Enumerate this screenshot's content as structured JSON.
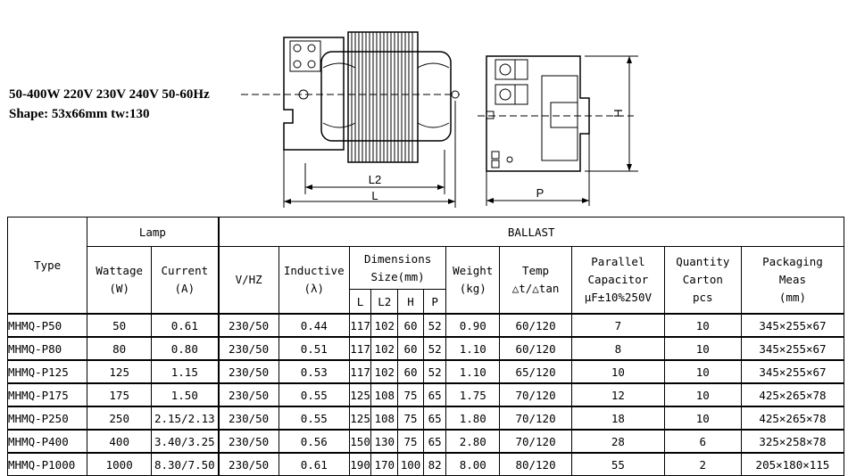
{
  "spec": {
    "line1": "50-400W 220V 230V 240V 50-60Hz",
    "line2": "Shape: 53x66mm tw:130"
  },
  "drawing": {
    "label_l2": "L2",
    "label_l": "L",
    "label_p": "P",
    "label_h": "H"
  },
  "table": {
    "group_lamp": "Lamp",
    "group_ballast": "BALLAST",
    "col_type": "Type",
    "col_wattage": [
      "Wattage",
      "(W)"
    ],
    "col_current": [
      "Current",
      "(A)"
    ],
    "col_vhz": "V/HZ",
    "col_inductive": [
      "Inductive",
      "(λ)"
    ],
    "col_dimensions": [
      "Dimensions",
      "Size(mm)"
    ],
    "dim_sub": [
      "L",
      "L2",
      "H",
      "P"
    ],
    "col_weight": [
      "Weight",
      "(kg)"
    ],
    "col_temp": [
      "Temp",
      "△t/△tan"
    ],
    "col_capacitor": [
      "Parallel",
      "Capacitor",
      "μF±10%250V"
    ],
    "col_quantity": [
      "Quantity",
      "Carton",
      "pcs"
    ],
    "col_packaging": [
      "Packaging",
      "Meas",
      "(mm)"
    ],
    "rows": [
      {
        "type": "MHMQ-P50",
        "wattage": "50",
        "current": "0.61",
        "vhz": "230/50",
        "inductive": "0.44",
        "L": "117",
        "L2": "102",
        "H": "60",
        "P": "52",
        "weight": "0.90",
        "temp": "60/120",
        "capacitor": "7",
        "quantity": "10",
        "packaging": "345×255×67"
      },
      {
        "type": "MHMQ-P80",
        "wattage": "80",
        "current": "0.80",
        "vhz": "230/50",
        "inductive": "0.51",
        "L": "117",
        "L2": "102",
        "H": "60",
        "P": "52",
        "weight": "1.10",
        "temp": "60/120",
        "capacitor": "8",
        "quantity": "10",
        "packaging": "345×255×67"
      },
      {
        "type": "MHMQ-P125",
        "wattage": "125",
        "current": "1.15",
        "vhz": "230/50",
        "inductive": "0.53",
        "L": "117",
        "L2": "102",
        "H": "60",
        "P": "52",
        "weight": "1.10",
        "temp": "65/120",
        "capacitor": "10",
        "quantity": "10",
        "packaging": "345×255×67"
      },
      {
        "type": "MHMQ-P175",
        "wattage": "175",
        "current": "1.50",
        "vhz": "230/50",
        "inductive": "0.55",
        "L": "125",
        "L2": "108",
        "H": "75",
        "P": "65",
        "weight": "1.75",
        "temp": "70/120",
        "capacitor": "12",
        "quantity": "10",
        "packaging": "425×265×78"
      },
      {
        "type": "MHMQ-P250",
        "wattage": "250",
        "current": "2.15/2.13",
        "vhz": "230/50",
        "inductive": "0.55",
        "L": "125",
        "L2": "108",
        "H": "75",
        "P": "65",
        "weight": "1.80",
        "temp": "70/120",
        "capacitor": "18",
        "quantity": "10",
        "packaging": "425×265×78"
      },
      {
        "type": "MHMQ-P400",
        "wattage": "400",
        "current": "3.40/3.25",
        "vhz": "230/50",
        "inductive": "0.56",
        "L": "150",
        "L2": "130",
        "H": "75",
        "P": "65",
        "weight": "2.80",
        "temp": "70/120",
        "capacitor": "28",
        "quantity": "6",
        "packaging": "325×258×78"
      },
      {
        "type": "MHMQ-P1000",
        "wattage": "1000",
        "current": "8.30/7.50",
        "vhz": "230/50",
        "inductive": "0.61",
        "L": "190",
        "L2": "170",
        "H": "100",
        "P": "82",
        "weight": "8.00",
        "temp": "80/120",
        "capacitor": "55",
        "quantity": "2",
        "packaging": "205×180×115"
      }
    ]
  }
}
